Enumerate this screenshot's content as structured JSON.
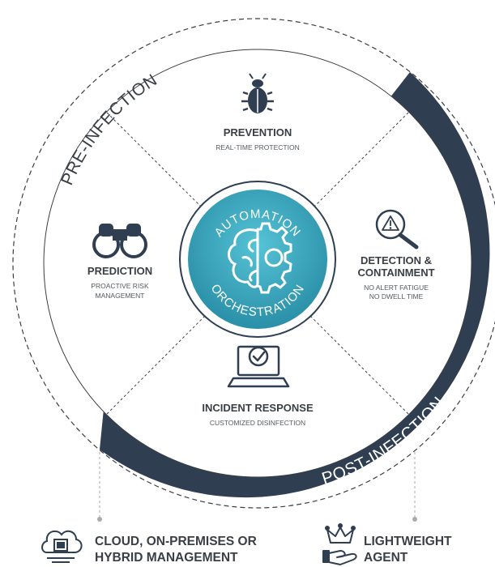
{
  "arcs": {
    "pre": "PRE-INFECTION",
    "post": "POST-INFECTION"
  },
  "hub": {
    "top": "AUTOMATION",
    "bottom": "ORCHESTRATION",
    "icon": "brain-gear-icon"
  },
  "quadrants": {
    "prevention": {
      "title": "PREVENTION",
      "subtitle": "REAL-TIME PROTECTION",
      "icon": "bug-icon"
    },
    "prediction": {
      "title": "PREDICTION",
      "subtitle_lines": [
        "PROACTIVE RISK",
        "MANAGEMENT"
      ],
      "icon": "binoculars-icon"
    },
    "detection": {
      "title_lines": [
        "DETECTION &",
        "CONTAINMENT"
      ],
      "subtitle_lines": [
        "NO ALERT FATIGUE",
        "NO DWELL TIME"
      ],
      "icon": "alert-magnifier-icon"
    },
    "response": {
      "title": "INCIDENT RESPONSE",
      "subtitle": "CUSTOMIZED DISINFECTION",
      "icon": "laptop-check-icon"
    }
  },
  "footer": {
    "left": {
      "lines": [
        "CLOUD, ON-PREMISES OR",
        "HYBRID MANAGEMENT"
      ],
      "icon": "cloud-chip-icon"
    },
    "right": {
      "lines": [
        "LIGHTWEIGHT",
        "AGENT"
      ],
      "icon": "crown-hand-icon"
    }
  },
  "colors": {
    "navy": "#2f3e50",
    "teal": "#3aa9c0",
    "text": "#3a3f45",
    "dash": "#3a3f45"
  }
}
